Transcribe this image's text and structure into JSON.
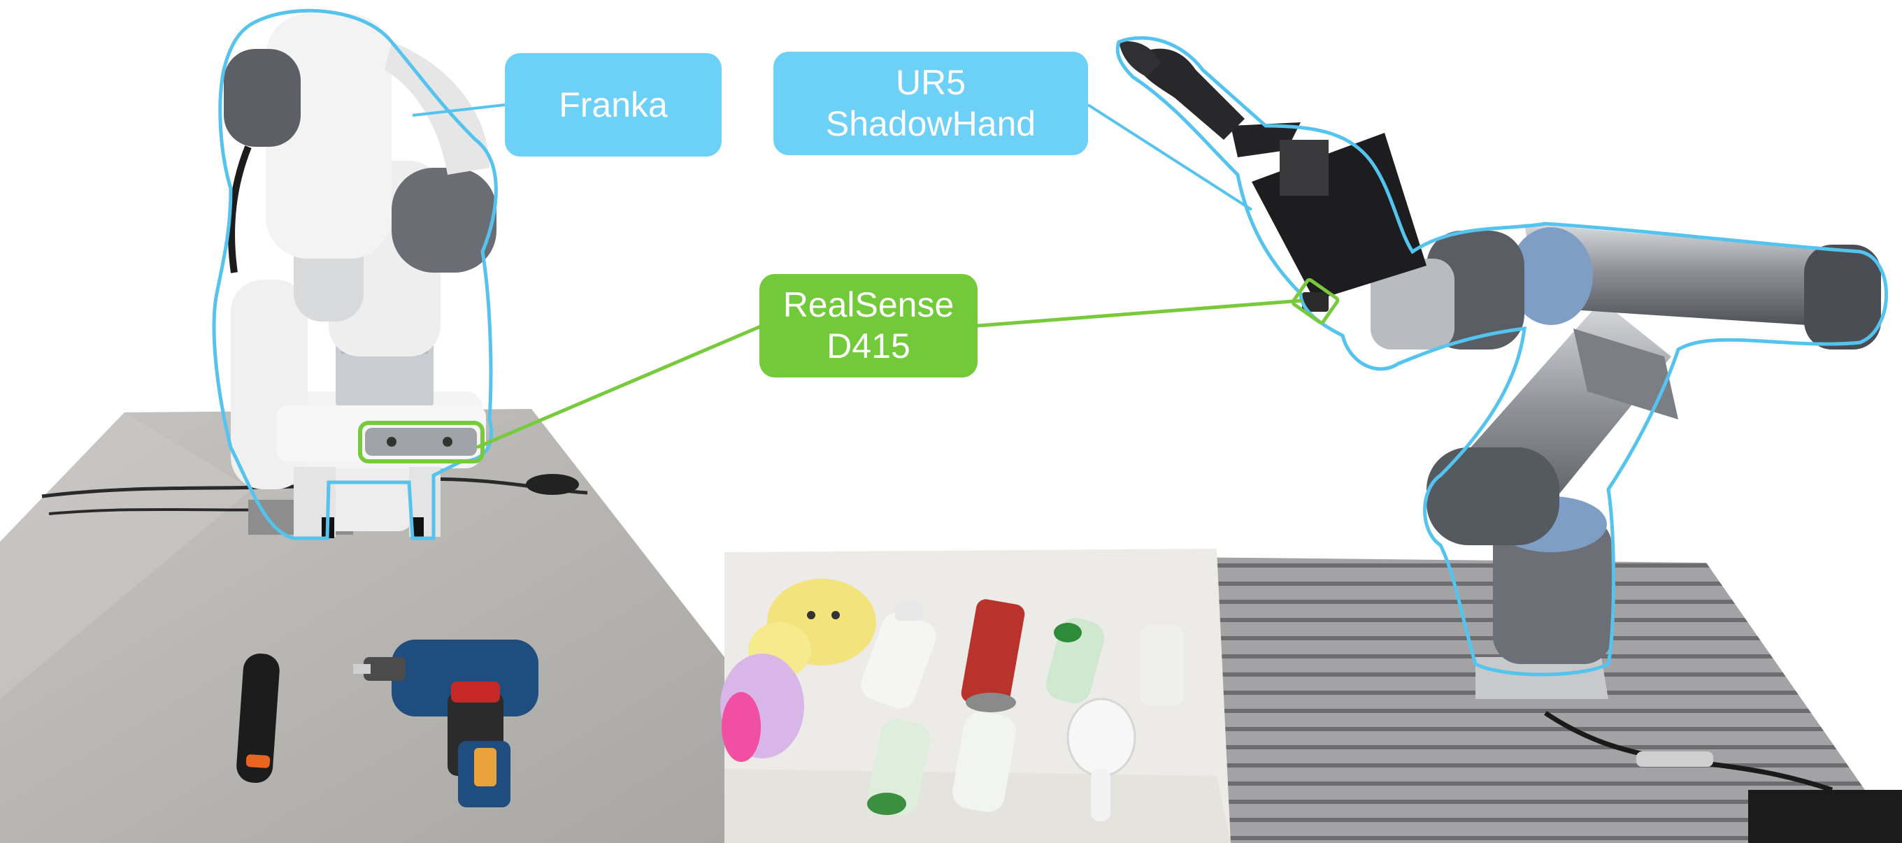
{
  "labels": {
    "franka": {
      "lines": [
        "Franka"
      ]
    },
    "ur5": {
      "lines": [
        "UR5",
        "ShadowHand"
      ]
    },
    "realsense": {
      "lines": [
        "RealSense",
        "D415"
      ]
    }
  },
  "colors": {
    "robot_outline": "#54c3ee",
    "robot_callout_fill": "#6dd0f7",
    "camera_outline": "#78c93c",
    "camera_callout_fill": "#72c93a",
    "table_surface": "#b9b7b4",
    "cloth": "#ecebe7",
    "rail_table": "#9b9b9e",
    "robot_white": "#f1f1f1",
    "joint_grey": "#55585e",
    "joint_blue": "#7f9ec5",
    "shadowhand_black": "#1d1d1f",
    "drill_blue": "#1f4d7d",
    "chips_red": "#b9322b"
  },
  "objects": [
    "franka-robot-arm",
    "franka-gripper",
    "realsense-camera-franka",
    "ur5-robot-arm",
    "shadowhand",
    "realsense-camera-ur5",
    "power-drill",
    "flashlight",
    "plush-toy",
    "chips-can",
    "pump-bottle",
    "green-bottles",
    "white-brush",
    "toy-ball"
  ]
}
